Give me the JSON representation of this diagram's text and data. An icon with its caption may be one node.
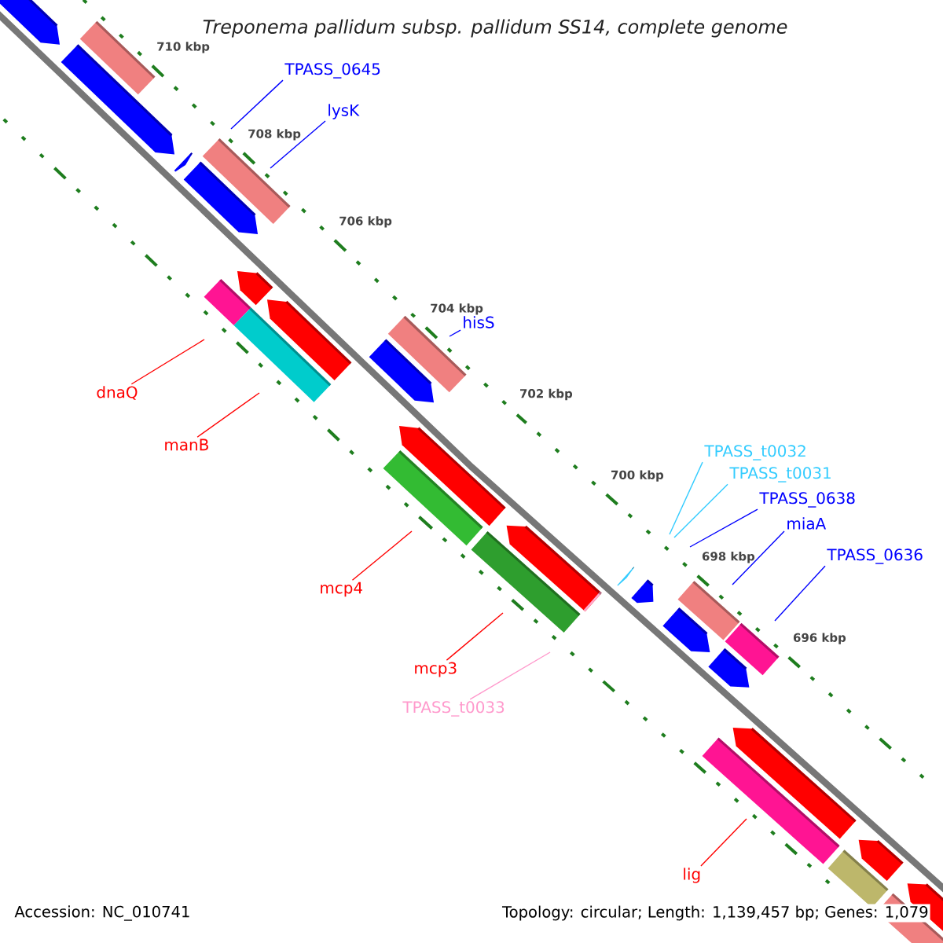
{
  "diagram": {
    "title": "Treponema pallidum subsp. pallidum SS14, complete genome",
    "nodes": [
      {
        "text": [
          "TPASS_0645"
        ]
      },
      {
        "text": [
          "lysK"
        ]
      },
      {
        "text": [
          "hisS"
        ]
      },
      {
        "text": [
          "dnaQ"
        ]
      },
      {
        "text": [
          "manB"
        ]
      },
      {
        "text": [
          "TPASS_t0032"
        ]
      },
      {
        "text": [
          "TPASS_t0031"
        ]
      },
      {
        "text": [
          "TPASS_0638"
        ]
      },
      {
        "text": [
          "miaA"
        ]
      },
      {
        "text": [
          "TPASS_0636"
        ]
      },
      {
        "text": [
          "mcp4"
        ]
      },
      {
        "text": [
          "mcp3"
        ]
      },
      {
        "text": [
          "TPASS_t0033"
        ]
      },
      {
        "text": [
          "lig"
        ]
      }
    ],
    "edges": [
      {
        "from": 0,
        "to": null,
        "arrow": "none",
        "color": "#0000ff"
      },
      {
        "from": 1,
        "to": null,
        "arrow": "none",
        "color": "#0000ff"
      },
      {
        "from": 2,
        "to": null,
        "arrow": "none",
        "color": "#0000ff"
      },
      {
        "from": 3,
        "to": null,
        "arrow": "none",
        "color": "#ff0000"
      },
      {
        "from": 4,
        "to": null,
        "arrow": "none",
        "color": "#ff0000"
      },
      {
        "from": 5,
        "to": null,
        "arrow": "none",
        "color": "#33ccff"
      },
      {
        "from": 6,
        "to": null,
        "arrow": "none",
        "color": "#33ccff"
      },
      {
        "from": 7,
        "to": null,
        "arrow": "none",
        "color": "#0000ff"
      },
      {
        "from": 8,
        "to": null,
        "arrow": "none",
        "color": "#0000ff"
      },
      {
        "from": 9,
        "to": null,
        "arrow": "none",
        "color": "#0000ff"
      },
      {
        "from": 10,
        "to": null,
        "arrow": "none",
        "color": "#ff0000"
      },
      {
        "from": 11,
        "to": null,
        "arrow": "none",
        "color": "#ff0000"
      },
      {
        "from": 12,
        "to": null,
        "arrow": "none",
        "color": "#ff99cc"
      },
      {
        "from": 13,
        "to": null,
        "arrow": "none",
        "color": "#ff0000"
      }
    ],
    "labels": [
      "710 kbp",
      "708 kbp",
      "706 kbp",
      "704 kbp",
      "702 kbp",
      "700 kbp",
      "698 kbp",
      "696 kbp",
      "Accession: NC_010741",
      "Topology: circular; Length: 1,139,457 bp; Genes: 1,079"
    ]
  }
}
